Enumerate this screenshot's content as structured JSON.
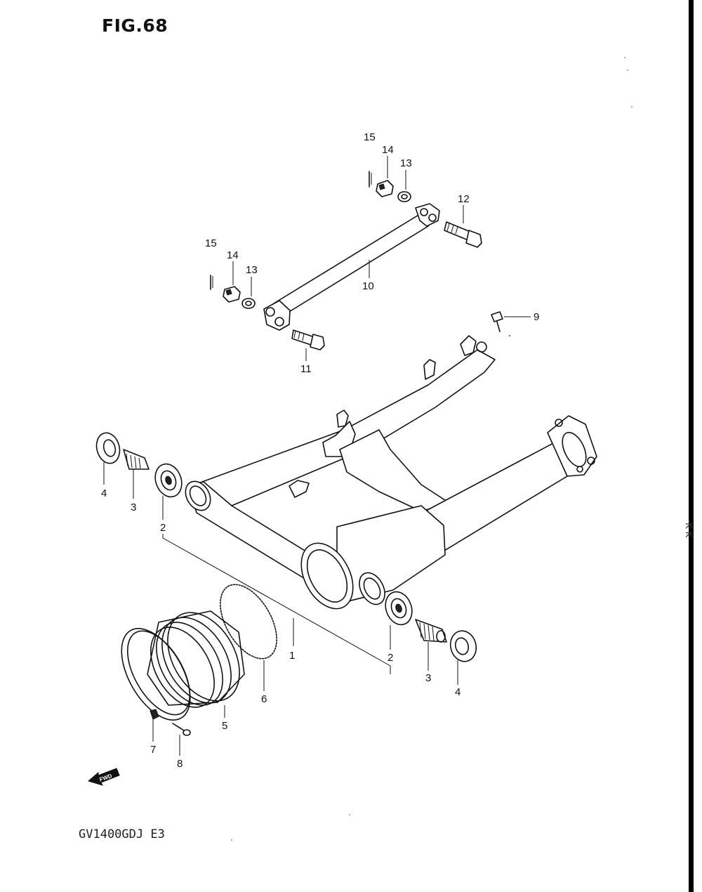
{
  "figure": {
    "title": "FIG.68",
    "model_code": "GV1400GDJ E3",
    "side_mark": "·K K"
  },
  "fwd_label": "FWD",
  "callouts": [
    "1",
    "2",
    "2",
    "3",
    "3",
    "4",
    "4",
    "5",
    "6",
    "7",
    "8",
    "9",
    "10",
    "11",
    "12",
    "13",
    "13",
    "14",
    "14",
    "15",
    "15"
  ],
  "colors": {
    "ink": "#111111",
    "paper": "#ffffff"
  }
}
